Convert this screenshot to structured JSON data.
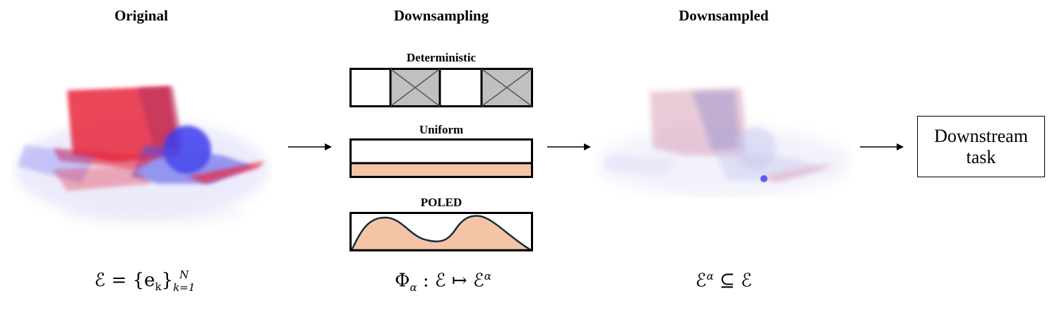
{
  "headings": {
    "original": "Original",
    "downsampling": "Downsampling",
    "downsampled": "Downsampled"
  },
  "methods": {
    "deterministic": "Deterministic",
    "uniform": "Uniform",
    "poled": "POLED"
  },
  "task": {
    "line1": "Downstream",
    "line2": "task"
  },
  "formulas": {
    "original_lhs": "ℰ = {e",
    "original_sub_k": "k",
    "original_rhs": "}",
    "original_sup": "N",
    "original_sub": "k=1",
    "downsampling_phi": "Φ",
    "downsampling_alpha": "α",
    "downsampling_rest": " : ℰ ↦ ℰ",
    "downsampling_sup": "α",
    "downsampled_lhs": "ℰ",
    "downsampled_sup": "α",
    "downsampled_rest": " ⊆ ℰ"
  },
  "colors": {
    "positive": "#e8283c",
    "negative": "#3c3cf0",
    "fill_peach": "#f5c4a6",
    "masked_gray": "#c0c0c0",
    "curve_stroke": "#16303a"
  }
}
